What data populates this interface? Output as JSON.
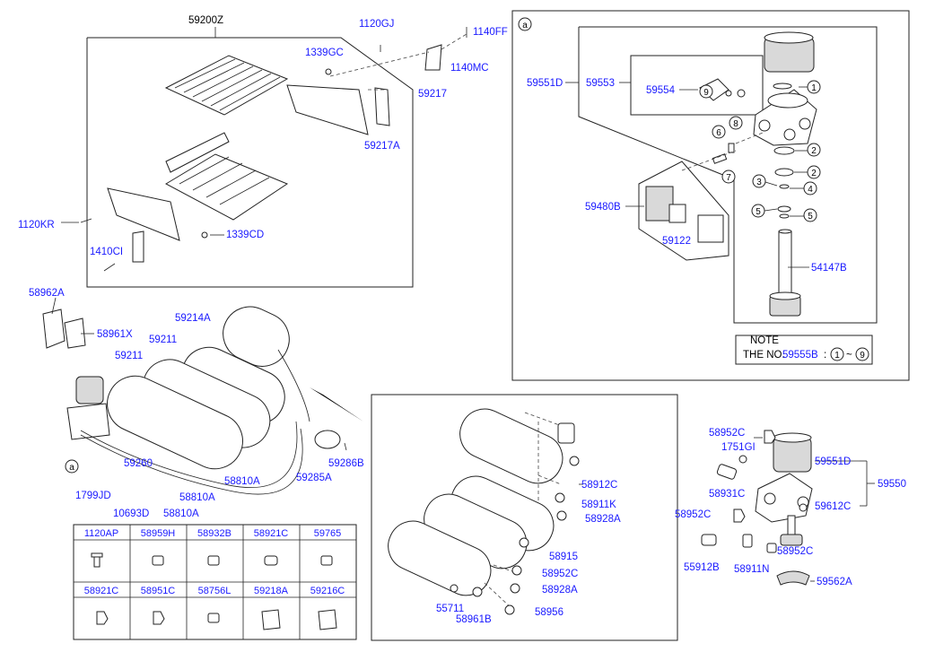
{
  "labels": {
    "p59200Z": "59200Z",
    "p1120GJ": "1120GJ",
    "p1140FF": "1140FF",
    "p1140MC": "1140MC",
    "p1339GC": "1339GC",
    "p59217": "59217",
    "p59217A": "59217A",
    "p1120KR": "1120KR",
    "p1339CD": "1339CD",
    "p1410CI": "1410CI",
    "p58962A": "58962A",
    "p58961X": "58961X",
    "p59214A": "59214A",
    "p59211a": "59211",
    "p59211b": "59211",
    "p59260": "59260",
    "p58810Aa": "58810A",
    "p58810Ab": "58810A",
    "p58810Ac": "58810A",
    "p59285A": "59285A",
    "p59286B": "59286B",
    "p1799JD": "1799JD",
    "p10693D": "10693D",
    "ref_a1": "a",
    "ref_a2": "a",
    "p59551D": "59551D",
    "p59553": "59553",
    "p59554": "59554",
    "p59480B": "59480B",
    "p59122": "59122",
    "p54147B": "54147B",
    "note_title": "NOTE",
    "note_text": "THE NO.",
    "note_part": "59555B",
    "note_colon": ":",
    "note_from": "1",
    "note_tilde": "~",
    "note_to": "9",
    "p58912C": "58912C",
    "p58911K": "58911K",
    "p58928Aa": "58928A",
    "p58915": "58915",
    "p58952Ca": "58952C",
    "p58928Ab": "58928A",
    "p55711": "55711",
    "p58956": "58956",
    "p58961B": "58961B",
    "p58952Cb": "58952C",
    "p1751GI": "1751GI",
    "p58931C": "58931C",
    "p59551Db": "59551D",
    "p59550": "59550",
    "p58952Cc": "58952C",
    "p59612C": "59612C",
    "p58952Cd": "58952C",
    "p55912B": "55912B",
    "p58911N": "58911N",
    "p59562A": "59562A"
  },
  "callouts": [
    "1",
    "2",
    "2",
    "3",
    "4",
    "5",
    "5",
    "6",
    "7",
    "8",
    "9"
  ],
  "table": {
    "row1": [
      "1120AP",
      "58959H",
      "58932B",
      "58921C",
      "59765"
    ],
    "row2": [
      "58921C",
      "58951C",
      "58756L",
      "59218A",
      "59216C"
    ]
  }
}
